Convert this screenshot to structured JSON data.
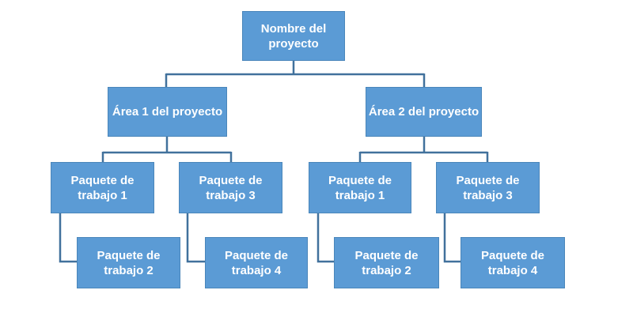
{
  "meta": {
    "diagram_type": "work-breakdown-structure-org-chart",
    "language": "es"
  },
  "theme": {
    "bg": "#ffffff",
    "node-fill": "#5b9bd5",
    "node-border": "#4a86ba",
    "node-text": "#ffffff",
    "connector": "#41719c"
  },
  "nodes": {
    "root": {
      "label": "Nombre del proyecto",
      "lines": [
        "Nombre del",
        "proyecto"
      ]
    },
    "area1": {
      "label": "Área 1 del proyecto",
      "lines": [
        "Área 1 del proyecto"
      ]
    },
    "area2": {
      "label": "Área 2 del proyecto",
      "lines": [
        "Área 2 del proyecto"
      ]
    },
    "l_pkg1": {
      "label": "Paquete de trabajo 1",
      "lines": [
        "Paquete de",
        "trabajo 1"
      ]
    },
    "l_pkg3": {
      "label": "Paquete de trabajo 3",
      "lines": [
        "Paquete de",
        "trabajo 3"
      ]
    },
    "l_pkg2": {
      "label": "Paquete de trabajo 2",
      "lines": [
        "Paquete de",
        "trabajo 2"
      ]
    },
    "l_pkg4": {
      "label": "Paquete de trabajo 4",
      "lines": [
        "Paquete de",
        "trabajo 4"
      ]
    },
    "r_pkg1": {
      "label": "Paquete de trabajo 1",
      "lines": [
        "Paquete de",
        "trabajo 1"
      ]
    },
    "r_pkg3": {
      "label": "Paquete de trabajo 3",
      "lines": [
        "Paquete de",
        "trabajo 3"
      ]
    },
    "r_pkg2": {
      "label": "Paquete de trabajo 2",
      "lines": [
        "Paquete de",
        "trabajo 2"
      ]
    },
    "r_pkg4": {
      "label": "Paquete de trabajo 4",
      "lines": [
        "Paquete de",
        "trabajo 4"
      ]
    }
  },
  "hierarchy": {
    "root": "Nombre del proyecto",
    "children": [
      {
        "label": "Área 1 del proyecto",
        "children": [
          {
            "label": "Paquete de trabajo 1",
            "children": [
              {
                "label": "Paquete de trabajo 2"
              }
            ]
          },
          {
            "label": "Paquete de trabajo 3",
            "children": [
              {
                "label": "Paquete de trabajo 4"
              }
            ]
          }
        ]
      },
      {
        "label": "Área 2 del proyecto",
        "children": [
          {
            "label": "Paquete de trabajo 1",
            "children": [
              {
                "label": "Paquete de trabajo 2"
              }
            ]
          },
          {
            "label": "Paquete de trabajo 3",
            "children": [
              {
                "label": "Paquete de trabajo 4"
              }
            ]
          }
        ]
      }
    ]
  }
}
